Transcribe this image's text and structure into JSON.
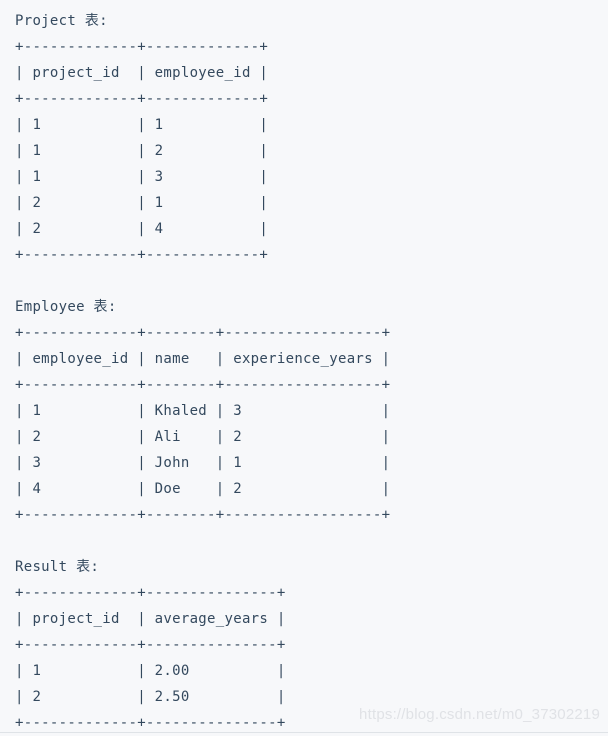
{
  "page": {
    "background_color": "#f7f8fa",
    "text_color": "#34495e",
    "watermark_color": "#e0e2e6"
  },
  "tables": [
    {
      "title": "Project 表:",
      "columns": [
        "project_id",
        "employee_id"
      ],
      "rows": [
        [
          "1",
          "1"
        ],
        [
          "1",
          "2"
        ],
        [
          "1",
          "3"
        ],
        [
          "2",
          "1"
        ],
        [
          "2",
          "4"
        ]
      ],
      "ascii": "+-------------+-------------+\n| project_id  | employee_id |\n+-------------+-------------+\n| 1           | 1           |\n| 1           | 2           |\n| 1           | 3           |\n| 2           | 1           |\n| 2           | 4           |\n+-------------+-------------+"
    },
    {
      "title": "Employee 表:",
      "columns": [
        "employee_id",
        "name",
        "experience_years"
      ],
      "rows": [
        [
          "1",
          "Khaled",
          "3"
        ],
        [
          "2",
          "Ali",
          "2"
        ],
        [
          "3",
          "John",
          "1"
        ],
        [
          "4",
          "Doe",
          "2"
        ]
      ],
      "ascii": "+-------------+--------+------------------+\n| employee_id | name   | experience_years |\n+-------------+--------+------------------+\n| 1           | Khaled | 3                |\n| 2           | Ali    | 2                |\n| 3           | John   | 1                |\n| 4           | Doe    | 2                |\n+-------------+--------+------------------+"
    },
    {
      "title": "Result 表:",
      "columns": [
        "project_id",
        "average_years"
      ],
      "rows": [
        [
          "1",
          "2.00"
        ],
        [
          "2",
          "2.50"
        ]
      ],
      "ascii": "+-------------+---------------+\n| project_id  | average_years |\n+-------------+---------------+\n| 1           | 2.00          |\n| 2           | 2.50          |\n+-------------+---------------+"
    }
  ],
  "watermark": {
    "text": "https://blog.csdn.net/m0_37302219"
  }
}
